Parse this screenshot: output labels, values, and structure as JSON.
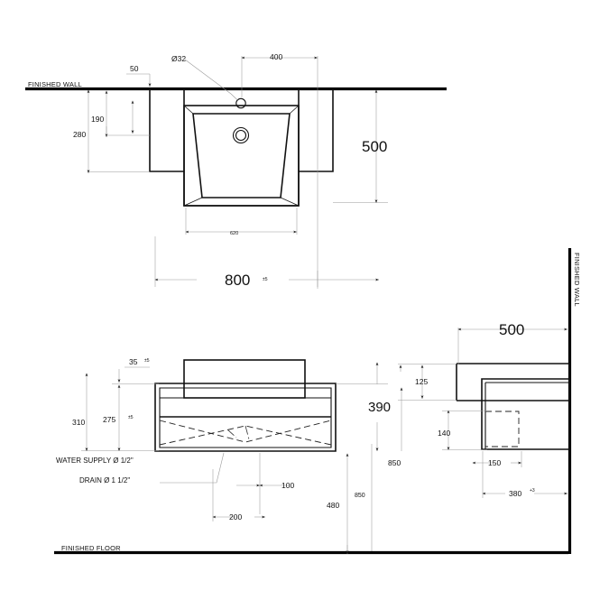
{
  "drawing": {
    "title": "Wall-mounted washbasin technical drawing",
    "units": "mm",
    "line_color": "#111111",
    "dim_color": "#9a9a9a"
  },
  "labels": {
    "finished_wall_top": "FINISHED WALL",
    "finished_wall_right": "FINISHED WALL",
    "finished_floor": "FINISHED FLOOR",
    "water_supply": "WATER SUPPLY Ø 1/2\"",
    "drain": "DRAIN Ø 1 1/2\""
  },
  "front_view": {
    "name": "front-elevation",
    "dims": {
      "top_offset": "50",
      "rim_drop": "190",
      "apron_height": "280",
      "tap_hole": "Ø32",
      "tap_center": "400",
      "depth_right": "500",
      "basin_inner_width": "620",
      "overall_width": "800",
      "overall_width_tol": "±5"
    }
  },
  "side_section": {
    "name": "side-section",
    "dims": {
      "counter_thk": "35",
      "counter_thk_tol": "±5",
      "bowl_depth": "275",
      "bowl_depth_tol": "±5",
      "total_height": "310",
      "body_depth": "390",
      "drain_offset": "100",
      "supply_offset": "200",
      "floor_to_rim": "850",
      "floor_to_supply": "480",
      "floor_to_drain": "850"
    }
  },
  "right_section": {
    "name": "right-section",
    "dims": {
      "projection": "500",
      "rim_thk": "125",
      "pedestal_height": "140",
      "pedestal_width": "150",
      "base_depth": "380",
      "base_depth_tol": "+3"
    }
  }
}
